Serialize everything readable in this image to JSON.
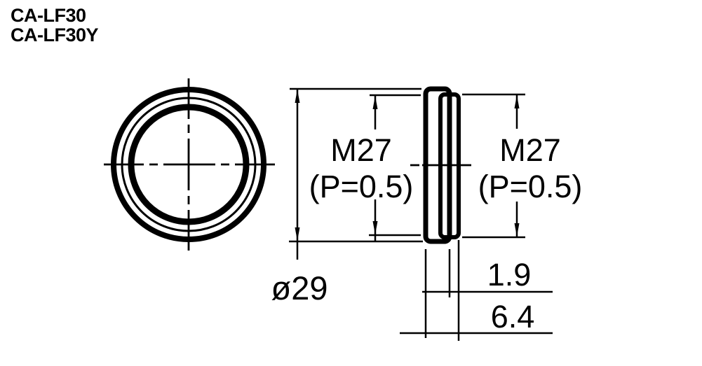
{
  "title": {
    "model_1": "CA-LF30",
    "model_2": "CA-LF30Y"
  },
  "front_view": {
    "diameter_label": "ø29"
  },
  "side_view": {
    "thread_front": {
      "size": "M27",
      "pitch": "(P=0.5)"
    },
    "thread_rear": {
      "size": "M27",
      "pitch": "(P=0.5)"
    },
    "flange_thickness_label": "1.9",
    "total_thickness_label": "6.4"
  },
  "colors": {
    "line": "#000000",
    "part_fill": "#e8ebef",
    "background": "#ffffff"
  }
}
